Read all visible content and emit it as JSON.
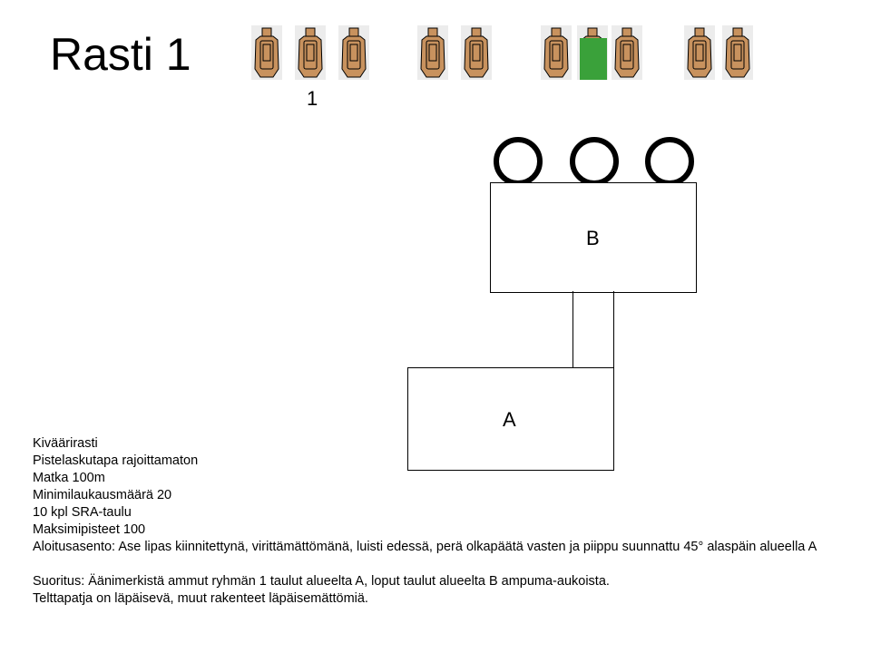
{
  "title": "Rasti 1",
  "targets": {
    "icon": "ipsc-target-icon",
    "color": "#c8925e",
    "group_label": "1",
    "groups": [
      3,
      2,
      3,
      2
    ],
    "covered_target_color": "#3aa13a"
  },
  "diagram": {
    "ports": [
      "shooting-port-icon",
      "shooting-port-icon",
      "shooting-port-icon"
    ],
    "area_b_label": "B",
    "area_a_label": "A"
  },
  "info": {
    "line1": "Kivääri­rasti",
    "line2": "Pistelaskutapa rajoittamaton",
    "line3": "Matka 100m",
    "line4": "Minimilaukausmäärä 20",
    "line5": "10 kpl SRA-taulu",
    "line6": "Maksimipisteet 100",
    "line7": "Aloitusasento: Ase lipas kiinnitettynä, virittämättömänä, luisti edessä, perä olkapäätä vasten ja piippu suunnattu 45° alaspäin alueella A",
    "line8": "Suoritus: Äänimerkistä ammut ryhmän 1 taulut alueelta A, loput taulut alueelta B ampuma-aukoista.",
    "line9": "Telttapatja on läpäisevä, muut rakenteet läpäisemättömiä."
  }
}
